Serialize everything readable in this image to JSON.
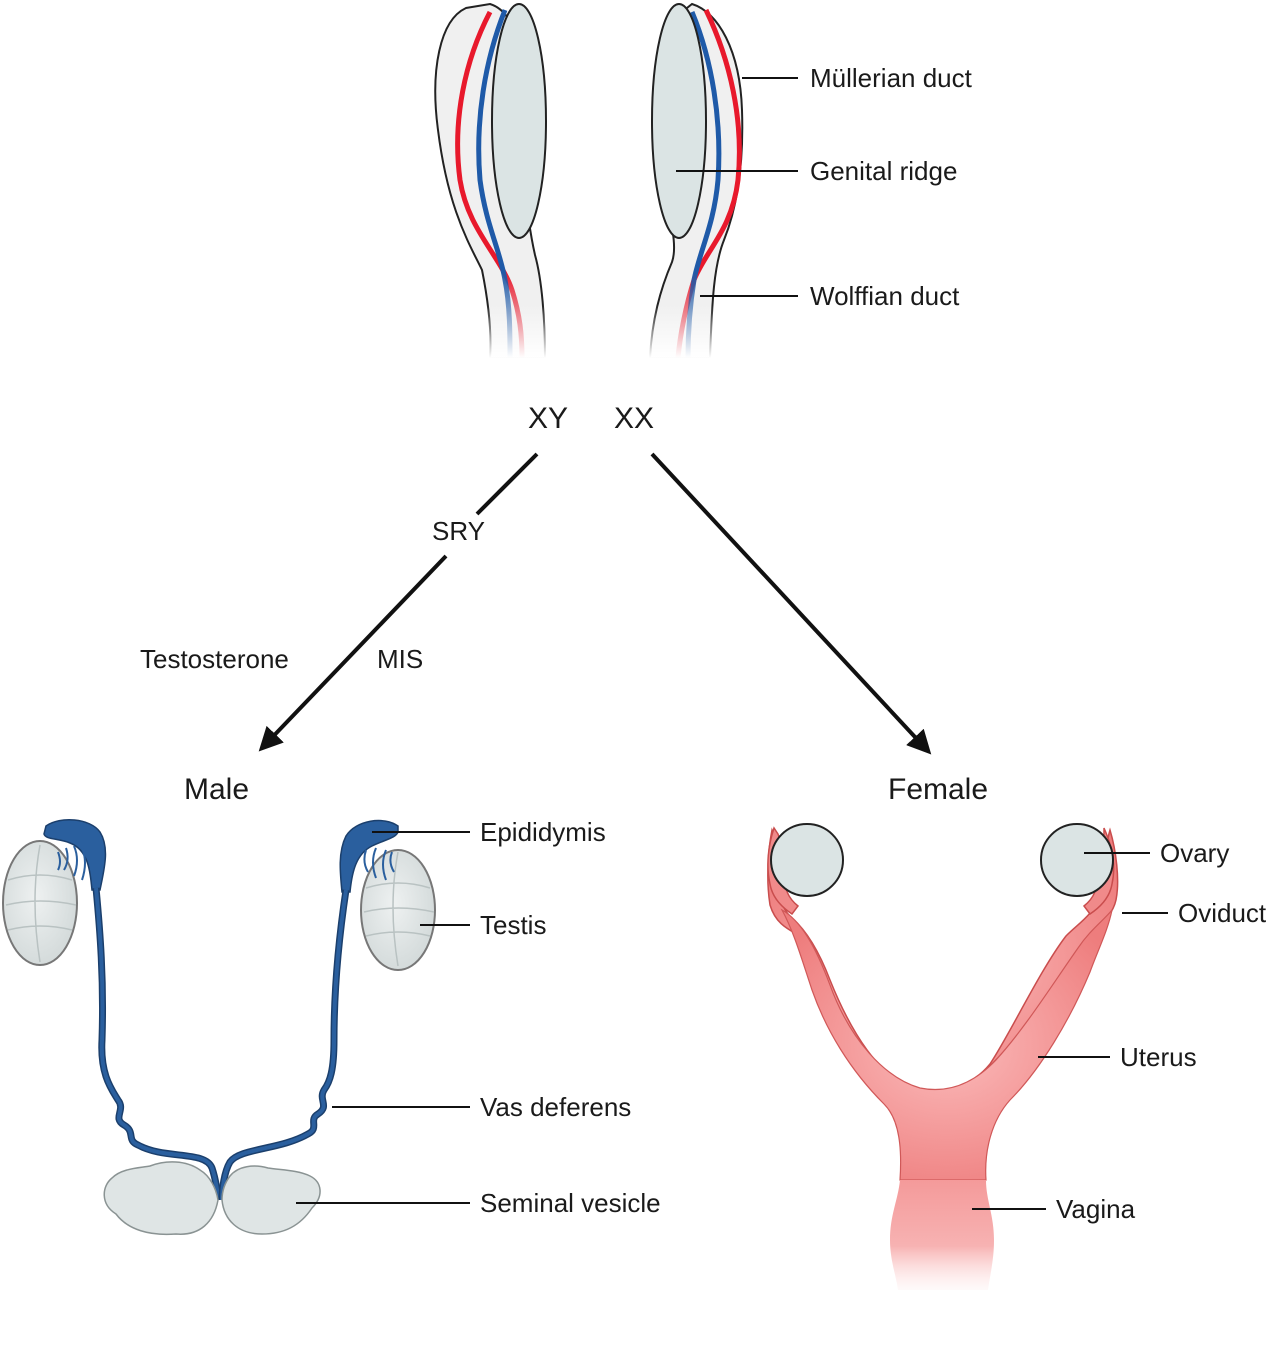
{
  "colors": {
    "mullerian_duct": "#e8192c",
    "wolffian_duct": "#1f5aa8",
    "genital_ridge_fill": "#dbe4e4",
    "embryo_tissue_fill": "#f0f0f0",
    "male_duct": "#2a5f9e",
    "testis_fill": "#e3e7e7",
    "female_tract": "#f08a8a",
    "arrow": "#111111"
  },
  "genotypes": {
    "male": "XY",
    "female": "XX"
  },
  "pathway": {
    "sry": "SRY",
    "testosterone": "Testosterone",
    "mis": "MIS"
  },
  "outcomes": {
    "male": "Male",
    "female": "Female"
  },
  "labels": {
    "embryo": {
      "mullerian_duct": "Müllerian duct",
      "genital_ridge": "Genital ridge",
      "wolffian_duct": "Wolffian duct"
    },
    "male": {
      "epididymis": "Epididymis",
      "testis": "Testis",
      "vas_deferens": "Vas deferens",
      "seminal_vesicle": "Seminal vesicle"
    },
    "female": {
      "ovary": "Ovary",
      "oviduct": "Oviduct",
      "uterus": "Uterus",
      "vagina": "Vagina"
    }
  }
}
